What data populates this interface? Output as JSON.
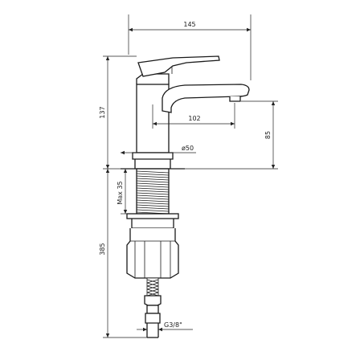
{
  "drawing": {
    "dimensions": {
      "overall_width": "145",
      "body_height": "137",
      "spout_reach": "102",
      "spout_height": "85",
      "base_diameter": "ø50",
      "max_thickness": "Max 35",
      "hose_length": "385",
      "connector": "G3/8\""
    },
    "colors": {
      "line": "#1a1a1a",
      "background": "#ffffff"
    }
  }
}
